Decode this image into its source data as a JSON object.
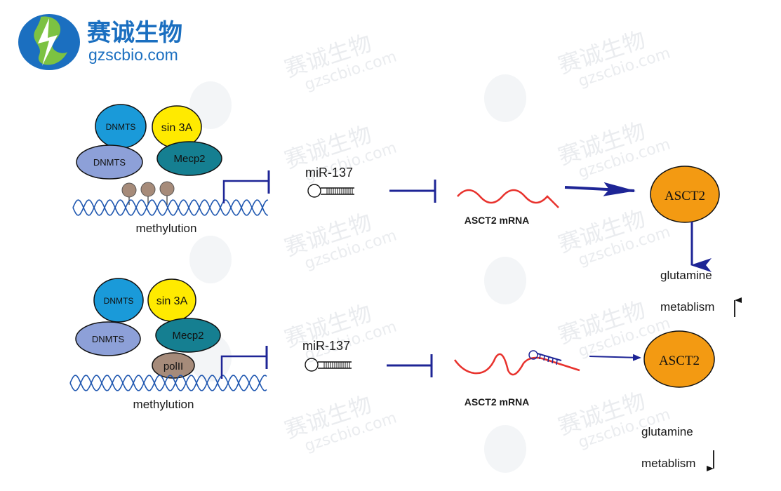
{
  "logo": {
    "cn": "赛诚生物",
    "url": "gzscbio.com",
    "watermark": "赛诚生物",
    "watermark_url": "gzscbio.com"
  },
  "top_panel": {
    "proteins": {
      "dnmts_1": "DNMTS",
      "sin3a": "sin 3A",
      "dnmts_2": "DNMTS",
      "mecp2": "Mecp2"
    },
    "dna_label": "methylution",
    "mirna_label": "miR-137",
    "mrna_label": "ASCT2 mRNA",
    "protein_label": "ASCT2",
    "outcome_line1": "glutamine",
    "outcome_line2": "metablism"
  },
  "bottom_panel": {
    "proteins": {
      "dnmts_1": "DNMTS",
      "sin3a": "sin 3A",
      "dnmts_2": "DNMTS",
      "mecp2": "Mecp2",
      "pol2": "polII"
    },
    "dna_label": "methylution",
    "mirna_label": "miR-137",
    "mrna_label": "ASCT2 mRNA",
    "protein_label": "ASCT2",
    "outcome_line1": "glutamine",
    "outcome_line2": "metablism"
  },
  "colors": {
    "blue_protein": "#1a9ad9",
    "yellow_protein": "#ffea00",
    "lavender_protein": "#8da0d8",
    "teal_protein": "#157f91",
    "brown": "#a68b7a",
    "asct2": "#f39a12",
    "arrow": "#1e2596",
    "dna": "#1f57b0",
    "mrna": "#e8322d",
    "logo_blue": "#1b6fc0",
    "logo_green": "#7cc242"
  }
}
